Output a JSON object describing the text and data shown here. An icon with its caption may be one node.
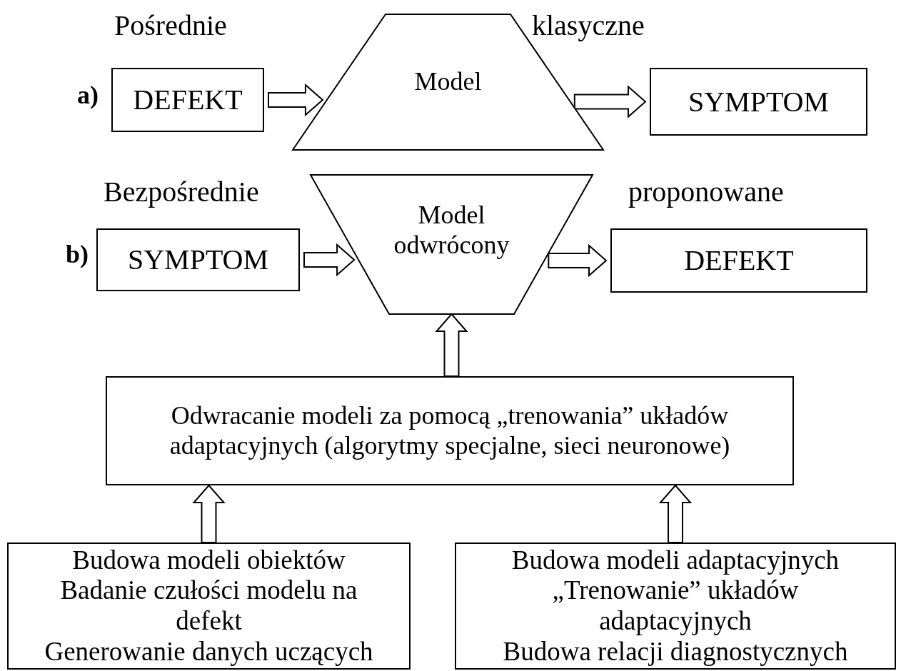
{
  "diagram": {
    "nodes": [
      {
        "text": [
          "DEFEKT"
        ]
      },
      {
        "text": [
          "Model"
        ]
      },
      {
        "text": [
          "SYMPTOM"
        ]
      },
      {
        "text": [
          "SYMPTOM"
        ]
      },
      {
        "text": [
          "Model odwrócony"
        ]
      },
      {
        "text": [
          "DEFEKT"
        ]
      },
      {
        "text": [
          "Odwracanie modeli za pomocą „trenowania” układów adaptacyjnych (algorytmy specjalne, sieci neuronowe)"
        ]
      },
      {
        "text": [
          "Budowa modeli obiektów",
          "Badanie czułości modelu na defekt",
          "Generowanie danych uczących"
        ]
      },
      {
        "text": [
          "Budowa modeli adaptacyjnych",
          "„Trenowanie” układów adaptacyjnych",
          "Budowa relacji diagnostycznych"
        ]
      }
    ],
    "edges": [
      {
        "from": 0,
        "to": 1,
        "arrow": "to"
      },
      {
        "from": 1,
        "to": 2,
        "arrow": "to"
      },
      {
        "from": 3,
        "to": 4,
        "arrow": "to"
      },
      {
        "from": 4,
        "to": 5,
        "arrow": "to"
      },
      {
        "from": 6,
        "to": 4,
        "arrow": "to"
      },
      {
        "from": 7,
        "to": 6,
        "arrow": "to"
      },
      {
        "from": 8,
        "to": 6,
        "arrow": "to"
      }
    ],
    "labels": [
      "Pośrednie",
      "klasyczne",
      "a)",
      "Bezpośrednie",
      "proponowane",
      "b)"
    ]
  }
}
